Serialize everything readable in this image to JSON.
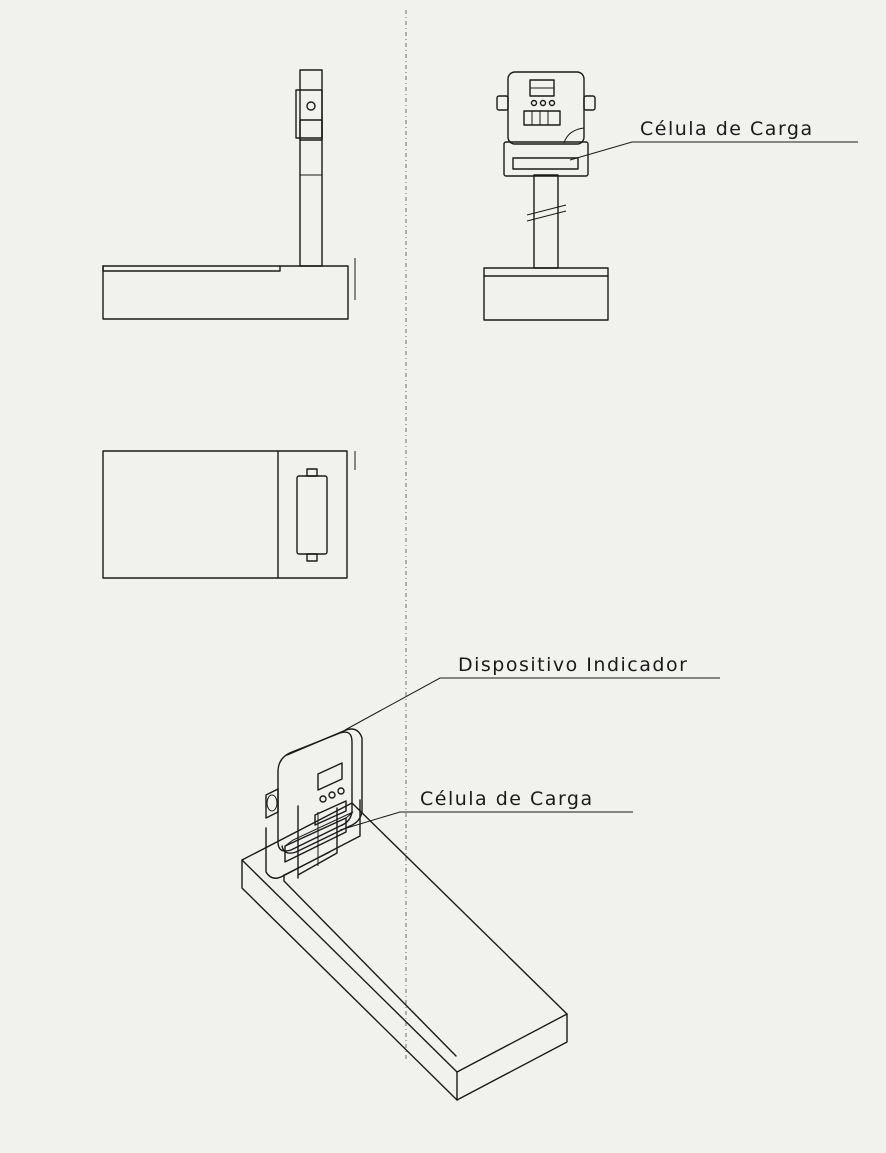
{
  "labels": {
    "load_cell_top": "Célula de Carga",
    "indicator": "Dispositivo Indicador",
    "load_cell_iso": "Célula de Carga"
  },
  "colors": {
    "paper": "#f1f1ee",
    "ink": "#1a1a1a"
  }
}
